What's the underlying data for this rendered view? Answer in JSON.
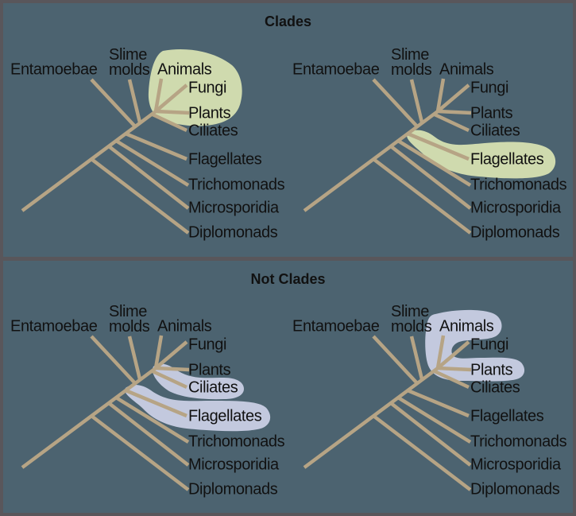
{
  "figure": {
    "panels": [
      {
        "title": "Clades",
        "trees": [
          {
            "name": "clade-animals-fungi-plants",
            "highlight": "green",
            "highlighted_taxa": [
              "Animals",
              "Fungi",
              "Plants"
            ]
          },
          {
            "name": "clade-flagellates",
            "highlight": "green",
            "highlighted_taxa": [
              "Flagellates"
            ]
          }
        ]
      },
      {
        "title": "Not Clades",
        "trees": [
          {
            "name": "nonclade-ciliates-flagellates",
            "highlight": "blue",
            "highlighted_taxa": [
              "Ciliates",
              "Flagellates"
            ]
          },
          {
            "name": "nonclade-animals-plants",
            "highlight": "blue",
            "highlighted_taxa": [
              "Animals",
              "Plants"
            ]
          }
        ]
      }
    ]
  },
  "taxa": [
    "Entamoebae",
    "Slime molds",
    "Animals",
    "Fungi",
    "Plants",
    "Ciliates",
    "Flagellates",
    "Trichomonads",
    "Microsporidia",
    "Diplomonads"
  ],
  "colors": {
    "background": "#4c6370",
    "frame": "#59565b",
    "branch": "#b6a485",
    "green_highlight": "#cfdaae",
    "blue_highlight": "#c3c9de",
    "label_text": "#111111"
  }
}
